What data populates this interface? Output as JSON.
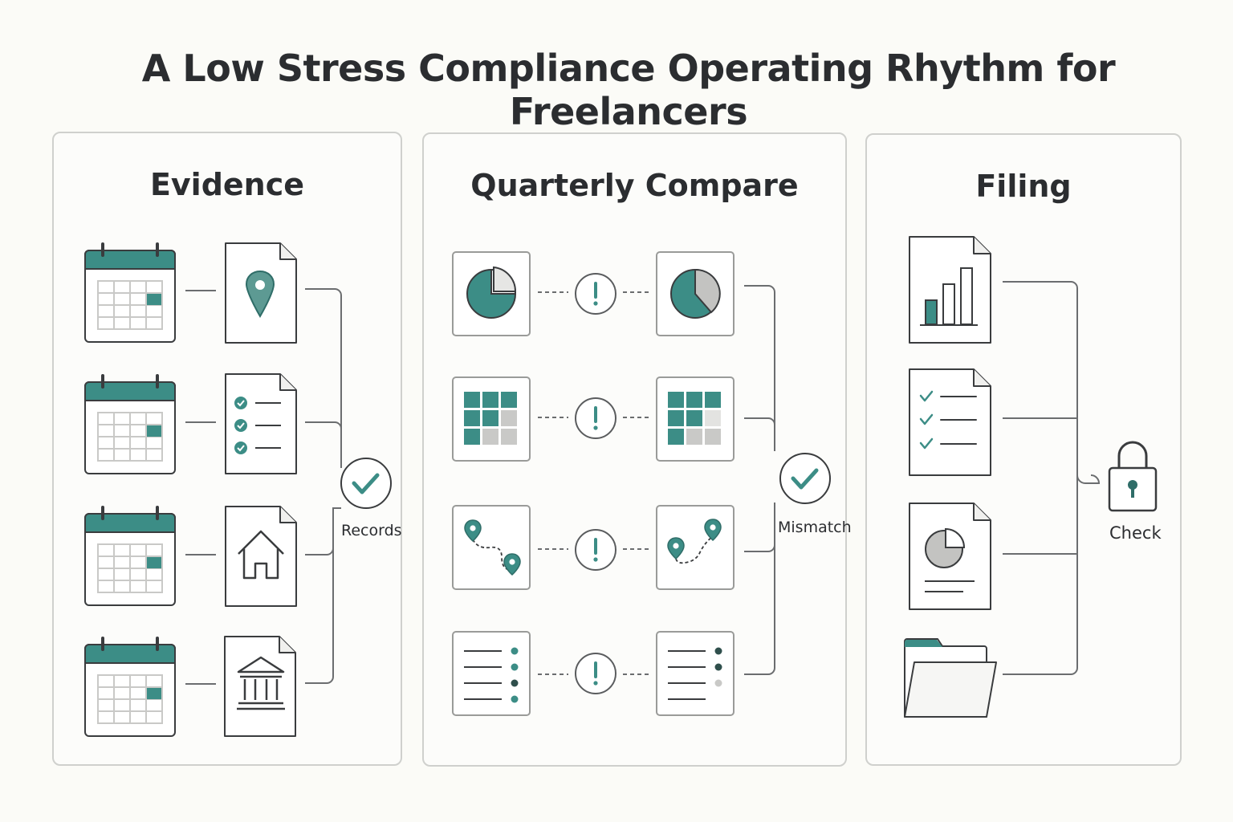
{
  "title": "A Low Stress Compliance Operating Rhythm for Freelancers",
  "colors": {
    "teal": "#3c8d86",
    "stroke": "#3a3c3e",
    "line": "#6b6d6f",
    "light_gray": "#c9c9c7",
    "panel_border": "#cfd0cd"
  },
  "panels": [
    {
      "title": "Evidence",
      "rows": [
        {
          "left_icon": "calendar-icon",
          "right_icon": "location-pin-document-icon"
        },
        {
          "left_icon": "calendar-icon",
          "right_icon": "checklist-document-icon"
        },
        {
          "left_icon": "calendar-icon",
          "right_icon": "house-document-icon"
        },
        {
          "left_icon": "calendar-icon",
          "right_icon": "bank-document-icon"
        }
      ],
      "hub": {
        "icon": "checkmark-circle-icon",
        "label": "Records"
      }
    },
    {
      "title": "Quarterly Compare",
      "rows": [
        {
          "left_icon": "pie-chart-icon",
          "middle_icon": "exclamation-circle-icon",
          "right_icon": "pie-chart-icon"
        },
        {
          "left_icon": "grid-heatmap-icon",
          "middle_icon": "exclamation-circle-icon",
          "right_icon": "grid-heatmap-icon"
        },
        {
          "left_icon": "route-map-icon",
          "middle_icon": "exclamation-circle-icon",
          "right_icon": "route-map-icon"
        },
        {
          "left_icon": "dotted-list-icon",
          "middle_icon": "exclamation-circle-icon",
          "right_icon": "dotted-list-icon"
        }
      ],
      "hub": {
        "icon": "checkmark-circle-icon",
        "label": "Mismatch"
      }
    },
    {
      "title": "Filing",
      "items": [
        {
          "icon": "bar-chart-document-icon"
        },
        {
          "icon": "checklist-document-icon"
        },
        {
          "icon": "pie-chart-document-icon"
        },
        {
          "icon": "folder-icon"
        }
      ],
      "hub": {
        "icon": "padlock-icon",
        "label": "Check"
      }
    }
  ]
}
